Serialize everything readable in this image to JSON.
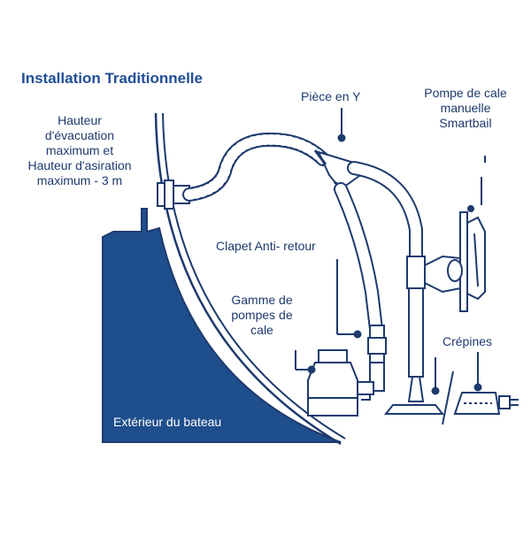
{
  "title": "Installation Traditionnelle",
  "labels": {
    "hauteur": [
      "Hauteur",
      "d'évacuation",
      "maximum et",
      "Hauteur d'asiration",
      "maximum - 3 m"
    ],
    "piece_y": "Pièce en Y",
    "pompe_manuelle": [
      "Pompe de cale",
      "manuelle",
      "Smartbail"
    ],
    "clapet": "Clapet Anti- retour",
    "gamme": [
      "Gamme de",
      "pompes de",
      "cale"
    ],
    "crepines": "Crépines",
    "exterieur": "Extérieur du bateau"
  },
  "colors": {
    "hull": "#1f4e8c",
    "line": "#1e3a6e",
    "title": "#1f4e96"
  }
}
